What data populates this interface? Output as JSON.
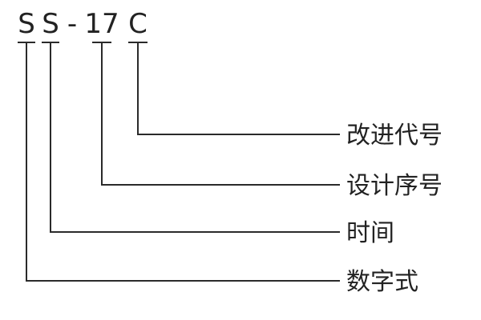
{
  "model_code": {
    "chars": [
      "S",
      "S",
      "-",
      "17",
      "C"
    ]
  },
  "labels": {
    "improvement_code": "改进代号",
    "design_serial": "设计序号",
    "time": "时间",
    "digital_type": "数字式"
  }
}
